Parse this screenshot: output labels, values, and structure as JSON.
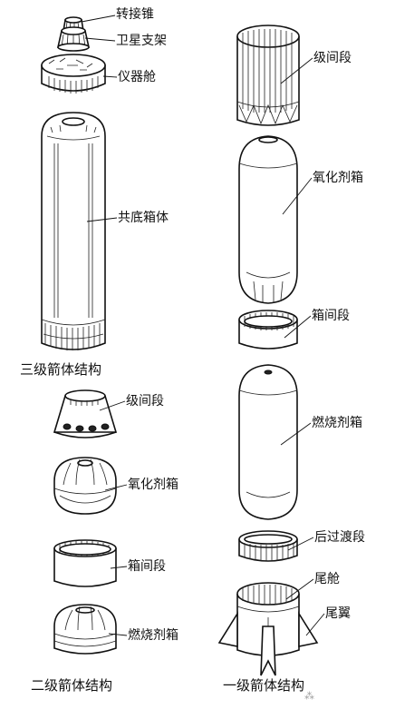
{
  "figure": {
    "third_stage": {
      "caption": "三级箭体结构",
      "labels": {
        "adapter_cone": "转接锥",
        "satellite_mount": "卫星支架",
        "instrument_bay": "仪器舱",
        "common_bulkhead_tank": "共底箱体"
      }
    },
    "second_stage": {
      "caption": "二级箭体结构",
      "labels": {
        "interstage": "级间段",
        "oxidizer_tank": "氧化剂箱",
        "intertank": "箱间段",
        "fuel_tank": "燃烧剂箱"
      }
    },
    "first_stage": {
      "caption": "一级箭体结构",
      "labels": {
        "interstage": "级间段",
        "oxidizer_tank": "氧化剂箱",
        "intertank": "箱间段",
        "fuel_tank": "燃烧剂箱",
        "aft_transition": "后过渡段",
        "tail_cabin": "尾舱",
        "tail_fin": "尾翼"
      }
    },
    "watermark": "⁂"
  }
}
